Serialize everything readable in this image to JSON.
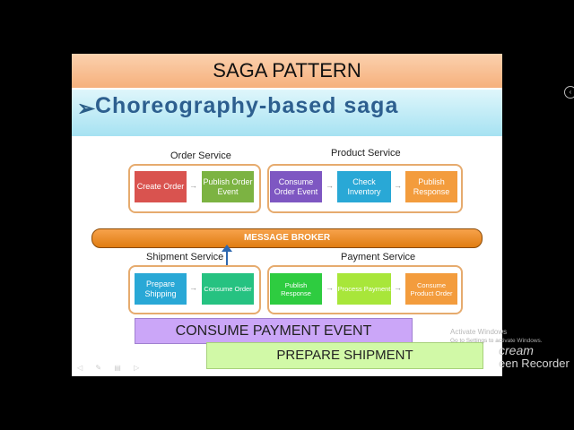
{
  "slide": {
    "title": "SAGA PATTERN",
    "subtitle_bullet": "➢",
    "subtitle": "Choreography-based saga"
  },
  "order_service": {
    "label": "Order Service",
    "steps": [
      {
        "text": "Create Order",
        "color": "#d9534f"
      },
      {
        "text": "Publish Order Event",
        "color": "#7cb342"
      }
    ]
  },
  "product_service": {
    "label": "Product Service",
    "steps": [
      {
        "text": "Consume Order Event",
        "color": "#7e57c2"
      },
      {
        "text": "Check Inventory",
        "color": "#29a8d6"
      },
      {
        "text": "Publish Response",
        "color": "#f39c3d"
      }
    ]
  },
  "broker": {
    "label": "MESSAGE BROKER",
    "color": "#e98a26"
  },
  "shipment_service": {
    "label": "Shipment Service",
    "steps": [
      {
        "text": "Prepare Shipping",
        "color": "#29a8d6"
      },
      {
        "text": "Consume Order",
        "color": "#26c281"
      }
    ]
  },
  "payment_service": {
    "label": "Payment Service",
    "steps": [
      {
        "text": "Publish Response",
        "color": "#2ecc40"
      },
      {
        "text": "Process Payment",
        "color": "#a8e63a"
      },
      {
        "text": "Consume Product Order",
        "color": "#f39c3d"
      }
    ]
  },
  "arrow_glyph": "→",
  "callouts": {
    "consume_payment": "CONSUME PAYMENT EVENT",
    "prepare_shipment": "PREPARE SHIPMENT"
  },
  "overlay": {
    "activate_title": "Activate Windows",
    "activate_sub": "Go to Settings to activate Windows.",
    "recorder_logo": "cream",
    "recorder_text": "een Recorder",
    "edge_button": "‹"
  }
}
